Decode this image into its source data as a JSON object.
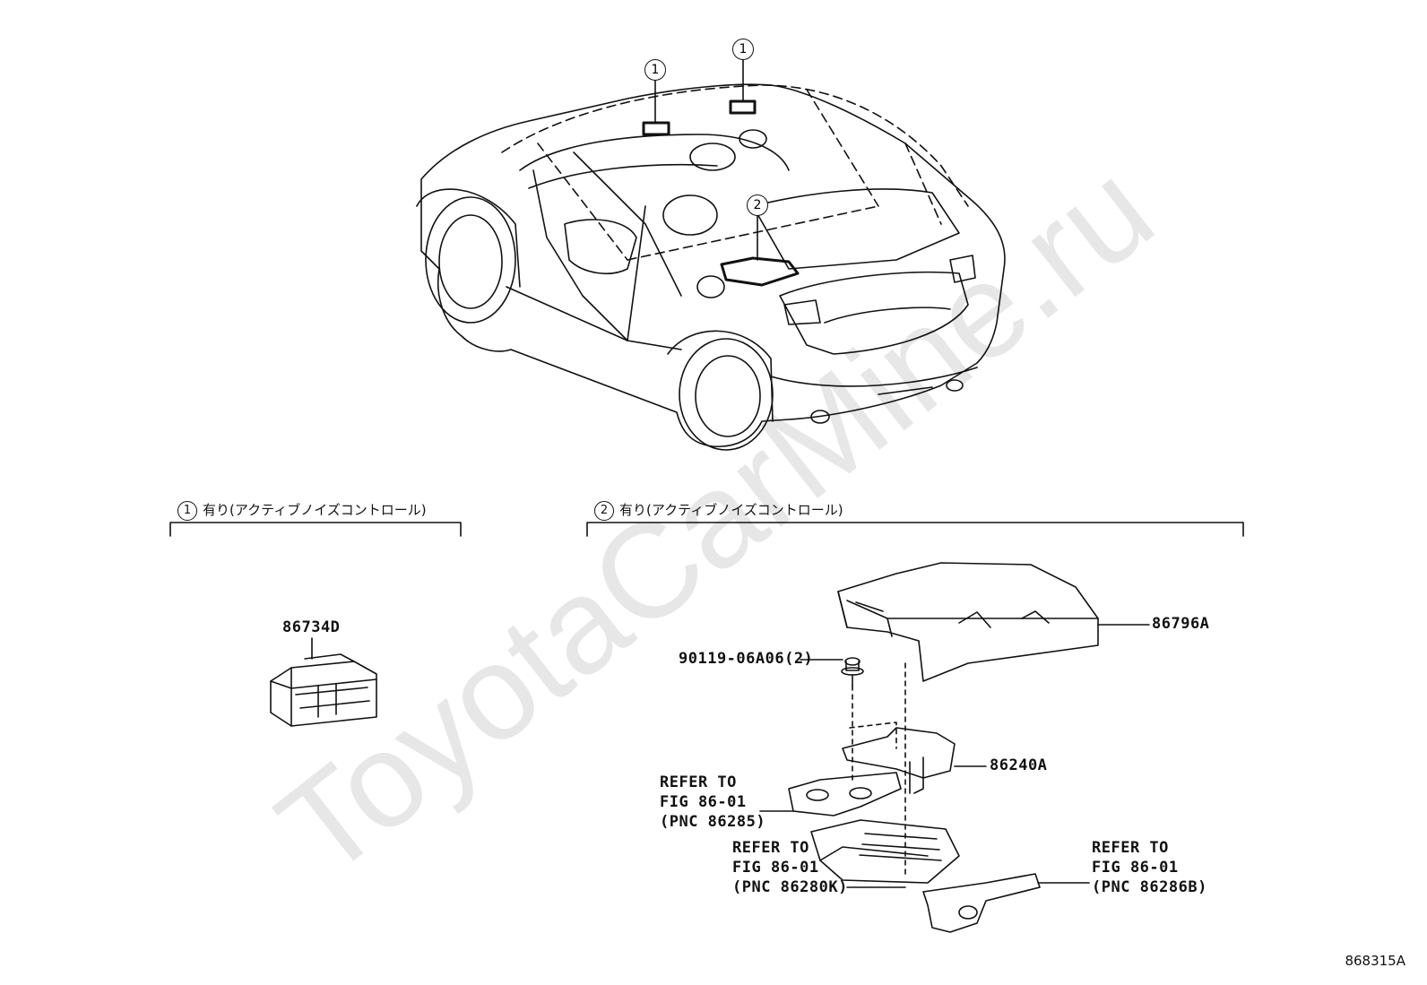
{
  "watermark": "ToyotaCarMine.ru",
  "callouts": [
    "1",
    "1",
    "2"
  ],
  "sections": [
    {
      "number": "1",
      "text": "有り(アクティブノイズコントロール)"
    },
    {
      "number": "2",
      "text": "有り(アクティブノイズコントロール)"
    }
  ],
  "parts": {
    "p86734D": "86734D",
    "p86796A": "86796A",
    "p90119": "90119-06A06(2)",
    "p86240A": "86240A"
  },
  "refs": {
    "r1": {
      "line1": "REFER TO",
      "line2": "FIG 86-01",
      "line3": "(PNC 86285)"
    },
    "r2": {
      "line1": "REFER TO",
      "line2": "FIG 86-01",
      "line3": "(PNC 86280K)"
    },
    "r3": {
      "line1": "REFER TO",
      "line2": "FIG 86-01",
      "line3": "(PNC 86286B)"
    }
  },
  "figure_number": "868315A"
}
